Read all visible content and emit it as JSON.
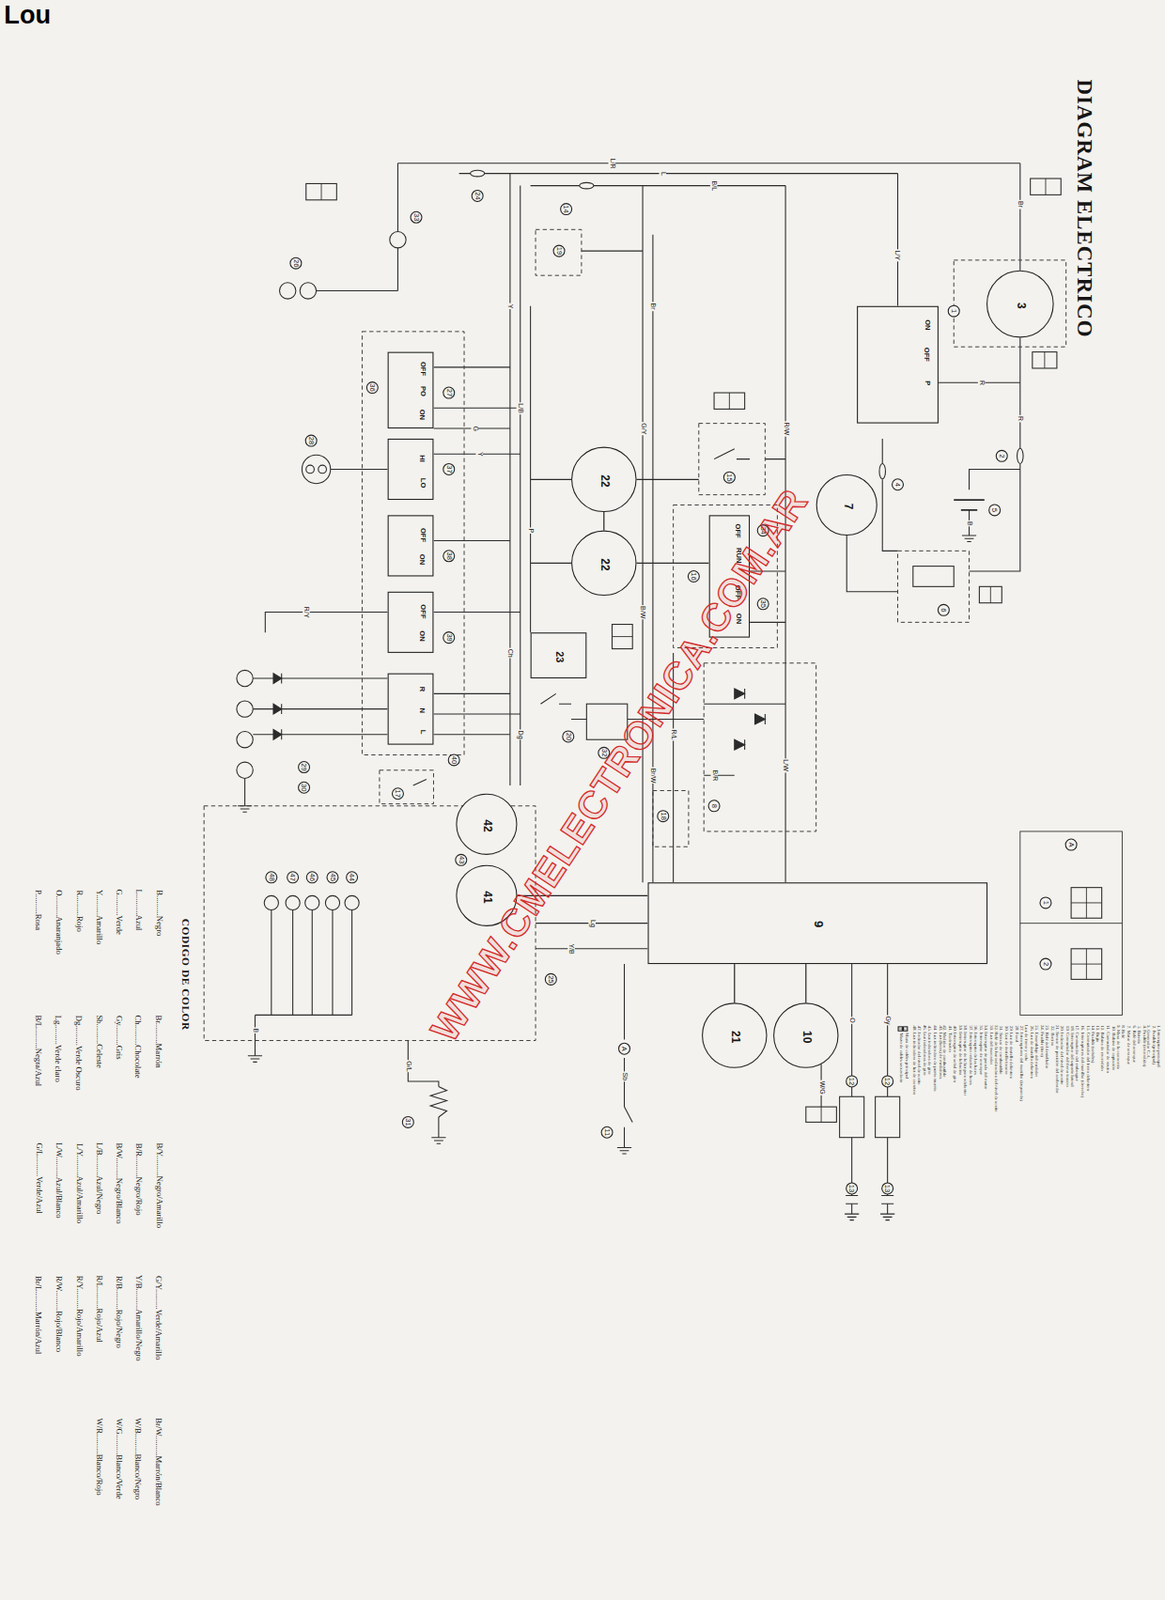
{
  "diagram": {
    "title": "DIAGRAM ELECTRICO",
    "nodes": [
      {
        "text": [
          "3"
        ]
      },
      {
        "text": [
          "ON",
          "OFF",
          "P"
        ]
      },
      {
        "text": [
          "7"
        ]
      },
      {
        "text": [
          "22"
        ]
      },
      {
        "text": [
          "22"
        ]
      },
      {
        "text": [
          "OFF",
          "RUN",
          "OFF",
          "ON"
        ]
      },
      {
        "text": [
          "23"
        ]
      },
      {
        "text": [
          "9"
        ]
      },
      {
        "text": [
          "10"
        ]
      },
      {
        "text": [
          "21"
        ]
      },
      {
        "text": [
          "42"
        ]
      },
      {
        "text": [
          "41"
        ]
      },
      {
        "text": [
          "OFF",
          "PO",
          "ON"
        ]
      },
      {
        "text": [
          "HI",
          "LO"
        ]
      },
      {
        "text": [
          "OFF",
          "ON"
        ]
      },
      {
        "text": [
          "OFF",
          "ON"
        ]
      },
      {
        "text": [
          "R",
          "N",
          "L"
        ]
      }
    ],
    "edges": [
      {
        "from": 3,
        "to": 4,
        "arrow": "none"
      },
      {
        "from": 7,
        "to": 9,
        "arrow": "none"
      },
      {
        "from": 7,
        "to": 8,
        "arrow": "none"
      },
      {
        "from": 7,
        "to": 11,
        "arrow": "none"
      }
    ],
    "labels": [
      "Lou",
      "1",
      "2",
      "4",
      "5",
      "6",
      "8",
      "11",
      "12",
      "12",
      "13",
      "13",
      "14",
      "15",
      "16",
      "17",
      "18",
      "19",
      "20",
      "24",
      "25",
      "26",
      "27",
      "28",
      "29",
      "30",
      "31",
      "32",
      "33",
      "34",
      "35",
      "36",
      "37",
      "38",
      "39",
      "40",
      "43",
      "44",
      "45",
      "46",
      "47",
      "48",
      "A",
      "1",
      "2",
      "A",
      "Br",
      "L/R",
      "L",
      "B/L",
      "R",
      "R",
      "B",
      "R/W",
      "G/Y",
      "Br",
      "L/Y",
      "Y",
      "L/B",
      "P",
      "B/W",
      "Br/W",
      "Ch",
      "Dg",
      "G",
      "Y",
      "O",
      "Gy",
      "Y/B",
      "Sb",
      "B",
      "G/L",
      "Lg",
      "B/R",
      "R/L",
      "L/W",
      "R/Y",
      "W/G",
      "1. Interruptor principal",
      "2. Fusible (principal)",
      "3. Generador C.A.",
      "4. Fusible (encendido)",
      "5. Batería",
      "6. Relé del arranque",
      "7. Motor de arranque",
      "8. Relé",
      "9. Masa de la carrocería",
      "10. Bobina de captación",
      "11. Conmutador de neutro",
      "12. Bobina de encendido",
      "13. Bujía",
      "14. Fusible (señales)",
      "15. Conmutador del freno delantero",
      "16. Interruptores del manillar (derecha)",
      "17. Conmutador del embrague",
      "18. Interruptor del soporte lateral",
      "19. Conmutador del freno trasero",
      "20. Indicador del nivel de aceite",
      "21. Sensor de posición del acelerador",
      "22. Bocina",
      "23. Relé del destellador",
      "24. Fusible (faro)",
      "25. Ensamblaje del medidor",
      "26. Luz de destello delantera",
      "Luz de freno y cola",
      "27. Interruptores del manillar (izquierdo)",
      "28. Farol",
      "29. Luz de destello delantera",
      "30. Luz de destello trasero",
      "31. Sensor de combustible",
      "32. Relé de la luz indicadora del nivel de aceite",
      "33. Luz del marcador",
      "34. Interruptor de parada del motor",
      "35. Interruptor de arranque",
      "36. Interruptor de las luces",
      "37. Interruptor reductor de luces",
      "38. Interruptor de la luz para adelantar",
      "39. Interruptor de la bocina",
      "40. Interruptor de señal de giro",
      "41. Tacómetro",
      "42. Medidor de combustible",
      "43. Luz (luces) de medidores",
      "44. Luz indicadora de punto muerto",
      "45. Luz indicadora de giro",
      "46. Luz indicadoras de giro",
      "47. Indicador del nivel de aceite",
      "48. Luz indicadora de luz de carretera",
      "Mazo de cables principal",
      "Mazo de cables secundario",
      "1",
      "2",
      "CODIGO DE COLOR",
      "B..........Negro",
      "Br..........Marrón",
      "B/Y..........Negro/Amarillo",
      "G/Y..........Verde/Amarillo",
      "Br/W..........Marrón/Blanco",
      "L..........Azul",
      "Ch..........Chocolate",
      "B/R..........Negro/Rojo",
      "Y/B..........Amarillo/Negro",
      "W/B..........Blanco/Negro",
      "G..........Verde",
      "Gy..........Gris",
      "B/W..........Negro/Blanco",
      "R/B..........Rojo/Negro",
      "W/G..........Blanco/Verde",
      "Y..........Amarillo",
      "Sb..........Celeste",
      "L/B..........Azul/Negro",
      "R/L..........Rojo/Azul",
      "W/R..........Blanco/Rojo",
      "R..........Rojo",
      "Dg..........Verde Oscuro",
      "L/Y..........Azul/Amarillo",
      "R/Y..........Rojo/Amarillo",
      "O..........Anaranjado",
      "Lg..........Verde claro",
      "L/W..........Azul/Blanco",
      "R/W..........Rojo/Blanco",
      "P..........Rosa",
      "B/L..........Negra/Azul",
      "G/L..........Verde/Azul",
      "Br/L..........Marrón/Azul",
      "WWW.CMELECTRONICA.COM.AR"
    ]
  }
}
